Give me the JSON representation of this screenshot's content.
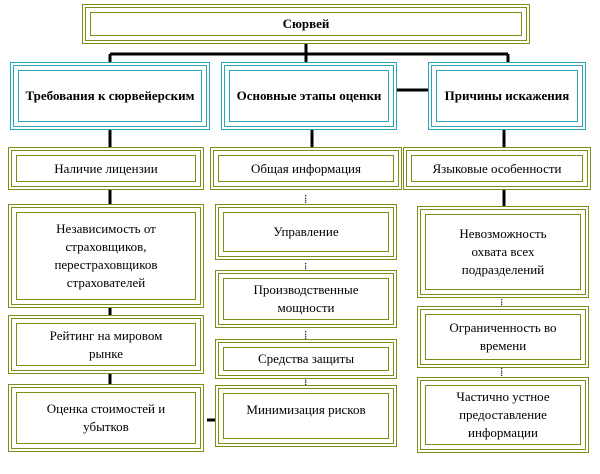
{
  "root": "Сюрвей",
  "columns": [
    {
      "header": "Требования к сюрвейерским",
      "items": [
        "Наличие лицензии",
        "Независимость от страховщиков, перестраховщиков страхователей",
        "Рейтинг на мировом рынке",
        "Оценка стоимостей и убытков"
      ]
    },
    {
      "header": "Основные этапы оценки",
      "items": [
        "Общая информация",
        "Управление",
        "Производственные мощности",
        "Средства защиты",
        "Минимизация рисков"
      ]
    },
    {
      "header": "Причины искажения",
      "items": [
        "Языковые особенности",
        "Невозможность охвата всех подразделений",
        "Ограниченность во времени",
        "Частично устное предоставление информации"
      ]
    }
  ],
  "colors": {
    "olive": "#7a8f14",
    "teal": "#2aa7b4",
    "line": "#000000"
  }
}
